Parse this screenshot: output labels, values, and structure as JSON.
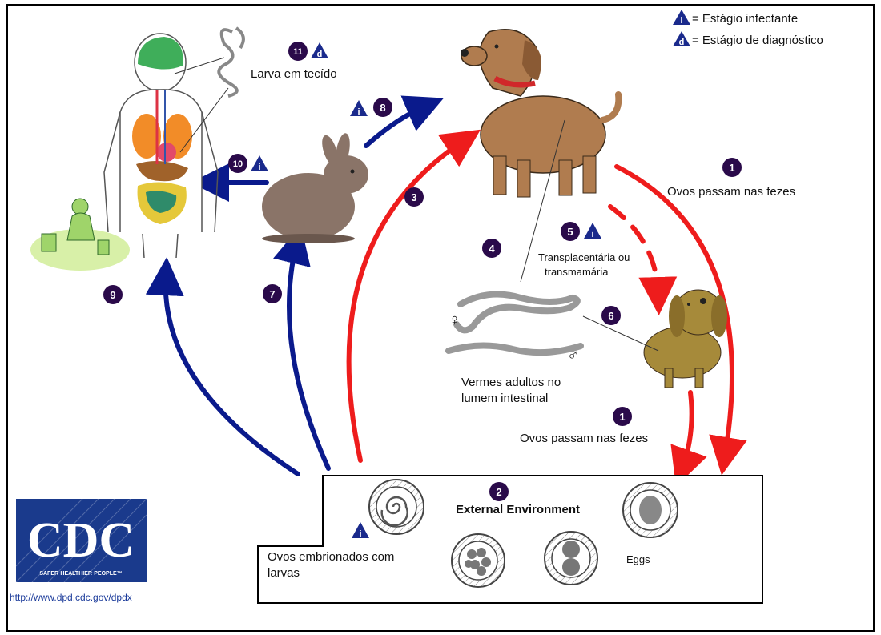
{
  "legend": {
    "infective_letter": "i",
    "infective_label": "= Estágio infectante",
    "diagnostic_letter": "d",
    "diagnostic_label": "= Estágio de diagnóstico"
  },
  "steps": {
    "s1a": "1",
    "s1b": "1",
    "s2": "2",
    "s3": "3",
    "s4": "4",
    "s5": "5",
    "s6": "6",
    "s7": "7",
    "s8": "8",
    "s9": "9",
    "s10": "10",
    "s11": "11"
  },
  "labels": {
    "larva_tissue": "Larva em tecído",
    "eggs_feces_top": "Ovos passam nas fezes",
    "transplacental_1": "Transplacentária ou",
    "transplacental_2": "transmamária",
    "adult_worms_1": "Vermes adultos no",
    "adult_worms_2": "lumem intestinal",
    "eggs_feces_bottom": "Ovos passam nas fezes",
    "external_env": "External Environment",
    "eggs": "Eggs",
    "embryonated_1": "Ovos embrionados com",
    "embryonated_2": "larvas",
    "female_symbol": "♀",
    "male_symbol": "♂"
  },
  "cdc": {
    "logo_text": "CDC",
    "tagline": "SAFER·HEALTHIER·PEOPLE™",
    "url": "http://www.dpd.cdc.gov/dpdx"
  },
  "colors": {
    "infection_arrow": "#ee1c1c",
    "human_arrow": "#0a1a8c",
    "step_circle": "#2a0a4a",
    "triangle": "#1a2a8c",
    "cdc_blue": "#1a3a8c"
  }
}
